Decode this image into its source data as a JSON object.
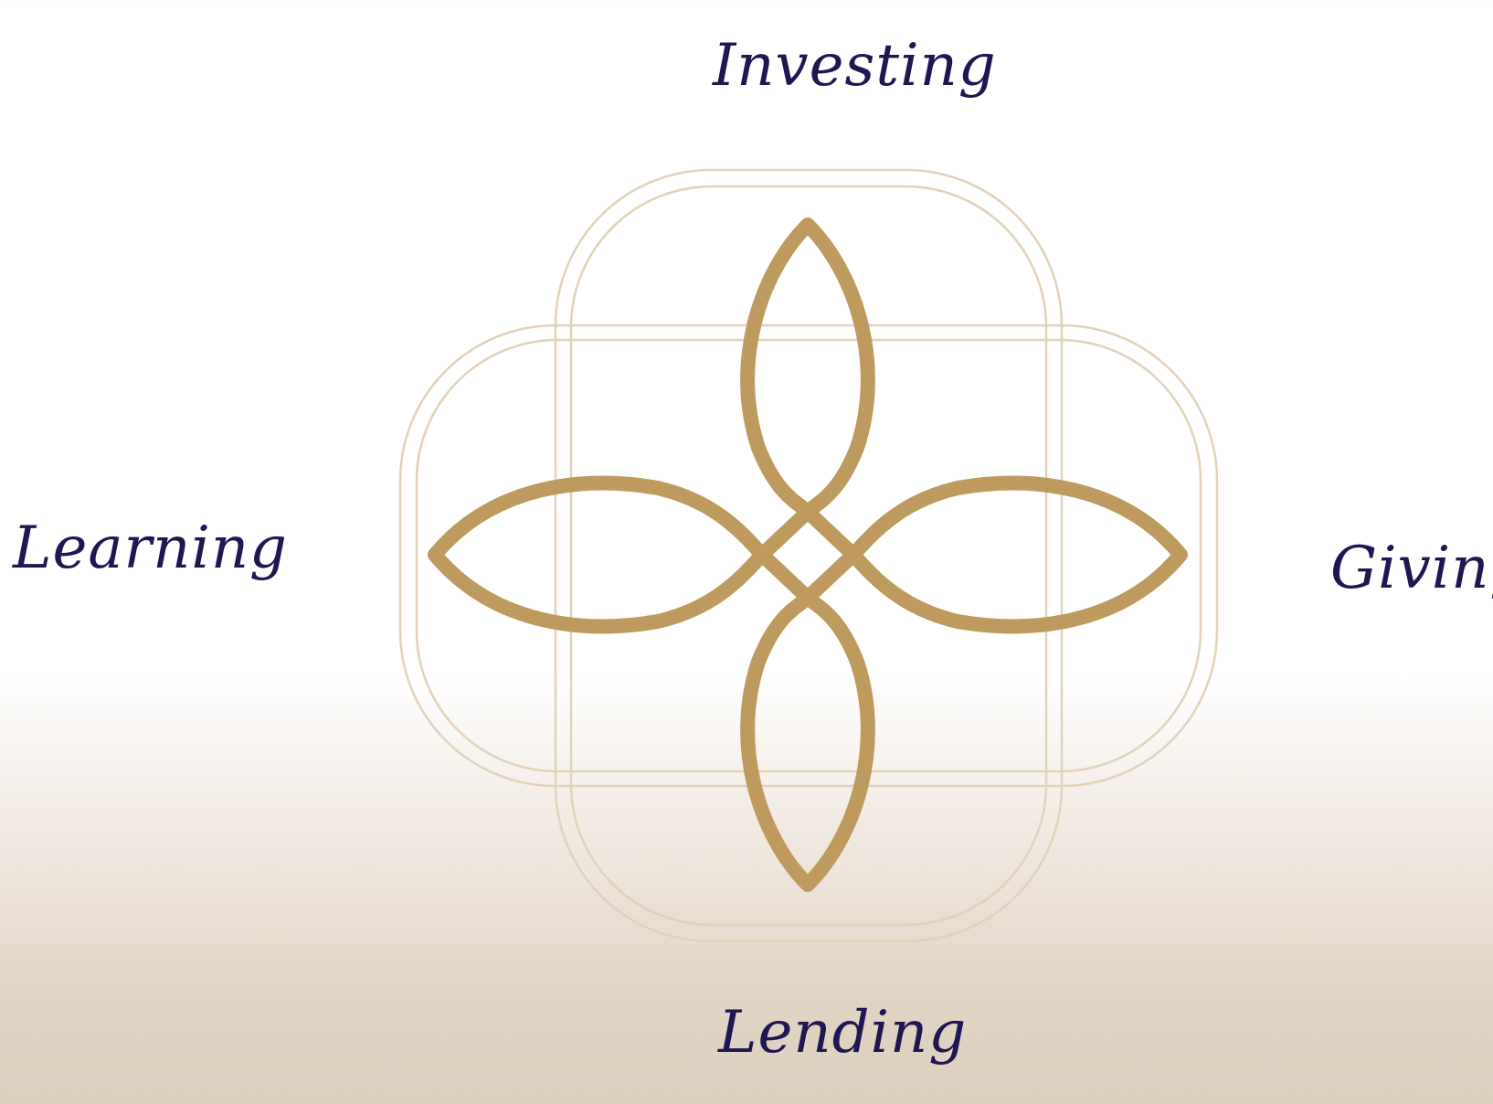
{
  "labels": {
    "top": "Investing",
    "left": "Learning",
    "right": "Giving",
    "bottom": "Lending"
  },
  "colors": {
    "label_text": "#1f1652",
    "knot_gold": "#bf9a5e",
    "outline_beige": "#e2d2bb",
    "background_top": "#ffffff",
    "background_bottom": "#ddcfbe"
  },
  "icons": {
    "emblem": "four-petal-knot-icon"
  }
}
